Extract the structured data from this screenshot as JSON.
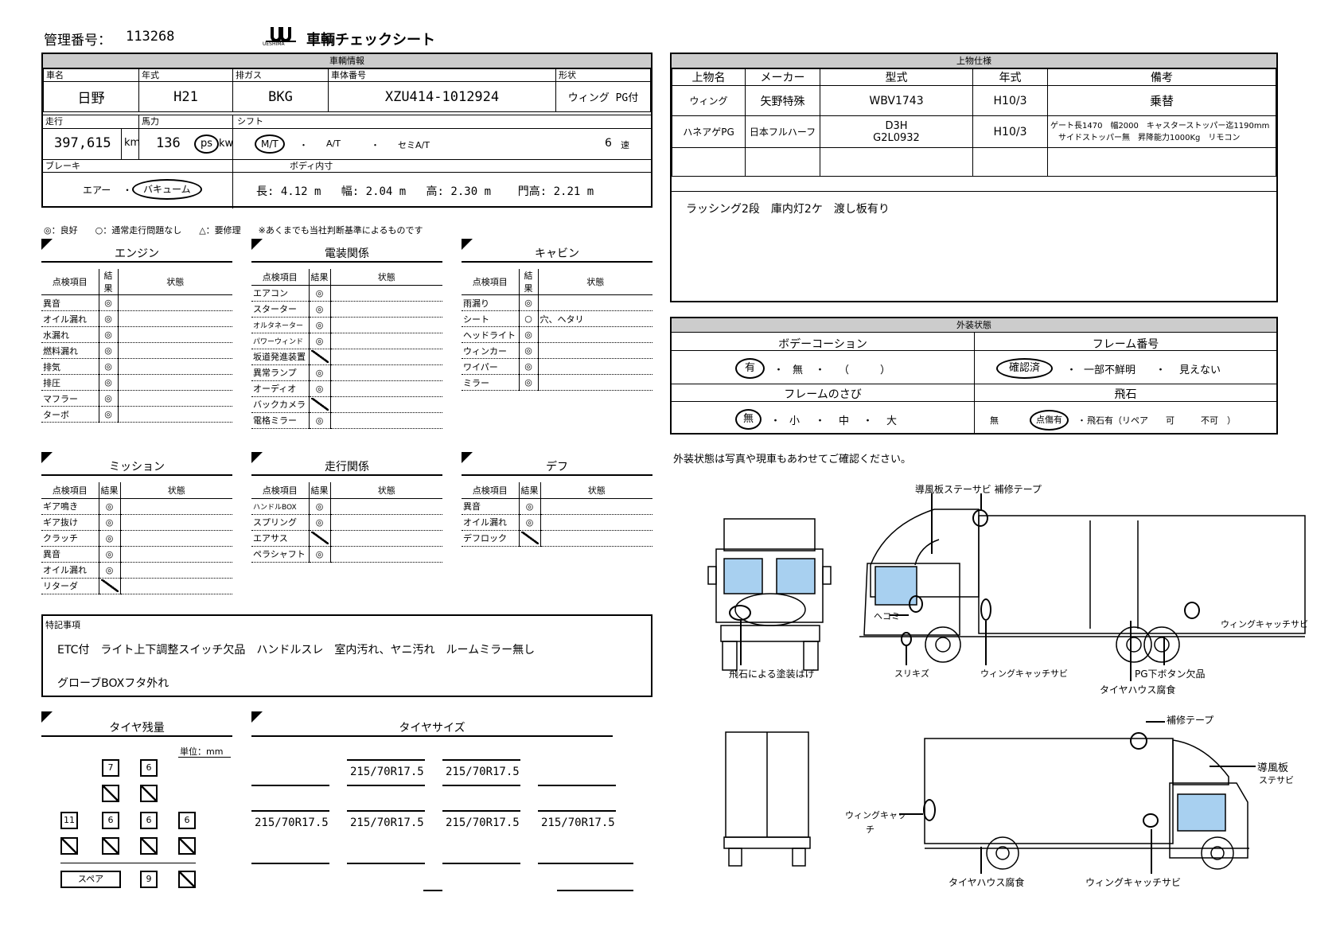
{
  "header": {
    "mgmt_label": "管理番号：",
    "mgmt_no": "113268",
    "logo_text": "UESHIMA",
    "title": "車輌チェックシート"
  },
  "vehicle": {
    "section": "車輌情報",
    "labels": {
      "name": "車名",
      "year": "年式",
      "emission": "排ガス",
      "chassis": "車体番号",
      "shape": "形状",
      "mileage": "走行",
      "power": "馬力",
      "shift": "シフト",
      "brake": "ブレーキ",
      "body_inner": "ボディ内寸"
    },
    "name": "日野",
    "year": "H21",
    "emission": "BKG",
    "chassis": "XZU414-1012924",
    "shape": "ウィング PG付",
    "mileage": "397,615",
    "mileage_unit": "km",
    "power": "136",
    "ps": "ps",
    "kw": "kw",
    "shift_mt": "M/T",
    "shift_at": "A/T",
    "shift_semi": "セミA/T",
    "shift_speed": "6",
    "shift_speed_unit": "速",
    "dot": "・",
    "brake_air": "エアー",
    "brake_vac": "バキューム",
    "dims": {
      "l_label": "長:",
      "l": "4.12",
      "w_label": "幅:",
      "w": "2.04",
      "h_label": "高:",
      "h": "2.30",
      "door_label": "門高:",
      "door": "2.21",
      "unit": "m"
    }
  },
  "legend": "◎：良好　　○：通常走行問題なし　　△：要修理　　※あくまでも当社判断基準によるものです",
  "check_headers": {
    "item": "点検項目",
    "result": "結果",
    "state": "状態"
  },
  "engine": {
    "title": "エンジン",
    "rows": [
      [
        "異音",
        "◎",
        ""
      ],
      [
        "オイル漏れ",
        "◎",
        ""
      ],
      [
        "水漏れ",
        "◎",
        ""
      ],
      [
        "燃料漏れ",
        "◎",
        ""
      ],
      [
        "排気",
        "◎",
        ""
      ],
      [
        "排圧",
        "◎",
        ""
      ],
      [
        "マフラー",
        "◎",
        ""
      ],
      [
        "ターボ",
        "◎",
        ""
      ]
    ]
  },
  "electric": {
    "title": "電装関係",
    "rows": [
      [
        "エアコン",
        "◎",
        ""
      ],
      [
        "スターター",
        "◎",
        ""
      ],
      [
        "オルタネーター",
        "◎",
        ""
      ],
      [
        "パワーウィンド",
        "◎",
        ""
      ],
      [
        "坂道発進装置",
        "/",
        ""
      ],
      [
        "異常ランプ",
        "◎",
        ""
      ],
      [
        "オーディオ",
        "◎",
        ""
      ],
      [
        "バックカメラ",
        "/",
        ""
      ],
      [
        "電格ミラー",
        "◎",
        ""
      ]
    ]
  },
  "cabin": {
    "title": "キャビン",
    "rows": [
      [
        "雨漏り",
        "◎",
        ""
      ],
      [
        "シート",
        "○",
        "穴、ヘタリ"
      ],
      [
        "ヘッドライト",
        "◎",
        ""
      ],
      [
        "ウィンカー",
        "◎",
        ""
      ],
      [
        "ワイパー",
        "◎",
        ""
      ],
      [
        "ミラー",
        "◎",
        ""
      ]
    ]
  },
  "mission": {
    "title": "ミッション",
    "rows": [
      [
        "ギア鳴き",
        "◎",
        ""
      ],
      [
        "ギア抜け",
        "◎",
        ""
      ],
      [
        "クラッチ",
        "◎",
        ""
      ],
      [
        "異音",
        "◎",
        ""
      ],
      [
        "オイル漏れ",
        "◎",
        ""
      ],
      [
        "リターダ",
        "/",
        ""
      ]
    ]
  },
  "running": {
    "title": "走行関係",
    "rows": [
      [
        "ハンドルBOX",
        "◎",
        ""
      ],
      [
        "スプリング",
        "◎",
        ""
      ],
      [
        "エアサス",
        "/",
        ""
      ],
      [
        "ペラシャフト",
        "◎",
        ""
      ]
    ]
  },
  "diff": {
    "title": "デフ",
    "rows": [
      [
        "異音",
        "◎",
        ""
      ],
      [
        "オイル漏れ",
        "◎",
        ""
      ],
      [
        "デフロック",
        "/",
        ""
      ]
    ]
  },
  "special": {
    "label": "特記事項",
    "line1": "ETC付　ライト上下調整スイッチ欠品　ハンドルスレ　室内汚れ、ヤニ汚れ　ルームミラー無し",
    "line2": "グローブBOXフタ外れ"
  },
  "tire_remain": {
    "title": "タイヤ残量",
    "unit": "単位：mm",
    "front_r": "7",
    "front_l": "6",
    "rear": [
      "11",
      "6",
      "6",
      "6"
    ],
    "spare_label": "スペア",
    "spare": "9"
  },
  "tire_size": {
    "title": "タイヤサイズ",
    "front": [
      "215/70R17.5",
      "215/70R17.5"
    ],
    "rear": [
      "215/70R17.5",
      "215/70R17.5",
      "215/70R17.5",
      "215/70R17.5"
    ]
  },
  "upper": {
    "section": "上物仕様",
    "headers": [
      "上物名",
      "メーカー",
      "型式",
      "年式",
      "備考"
    ],
    "row1": [
      "ウィング",
      "矢野特殊",
      "WBV1743",
      "H10/3",
      "乗替"
    ],
    "row2": {
      "name": "ハネアゲPG",
      "maker": "日本フルハーフ",
      "model1": "D3H",
      "model2": "G2L0932",
      "year": "H10/3",
      "note1": "ゲート長1470　幅2000　キャスターストッパー迄1190mm",
      "note2": "サイドストッパー無　昇降能力1000Kg　リモコン"
    },
    "memo": "ラッシング2段　庫内灯2ケ　渡し板有り"
  },
  "exterior": {
    "section": "外装状態",
    "body_coat": "ボデーコーション",
    "frame_no": "フレーム番号",
    "frame_rust": "フレームのさび",
    "stone": "飛石",
    "bc_yes": "有",
    "bc_no": "無",
    "bc_paren": "（　　　）",
    "fn_ok": "確認済",
    "fn_part": "一部不鮮明",
    "fn_none": "見えない",
    "fr_none": "無",
    "fr_small": "小",
    "fr_mid": "中",
    "fr_large": "大",
    "st_none": "無",
    "st_chip": "点傷有",
    "st_have": "飛石有（リペア　　可　　　不可　）",
    "note": "外装状態は写真や現車もあわせてご確認ください。"
  },
  "annotations": {
    "a1": "導風板ステーサビ 補修テープ",
    "a2": "ヘコミ",
    "a3": "ウィングキャッチサビ",
    "a4": "飛石による塗装はげ",
    "a5": "スリキズ",
    "a6": "ウィングキャッチサビ",
    "a7": "PG下ボタン欠品",
    "a8": "タイヤハウス腐食",
    "b1": "補修テープ",
    "b2": "導風板",
    "b3": "ステサビ",
    "b4": "ウィングキャッ",
    "b5": "チ",
    "b6": "タイヤハウス腐食",
    "b7": "ウィングキャッチサビ"
  }
}
